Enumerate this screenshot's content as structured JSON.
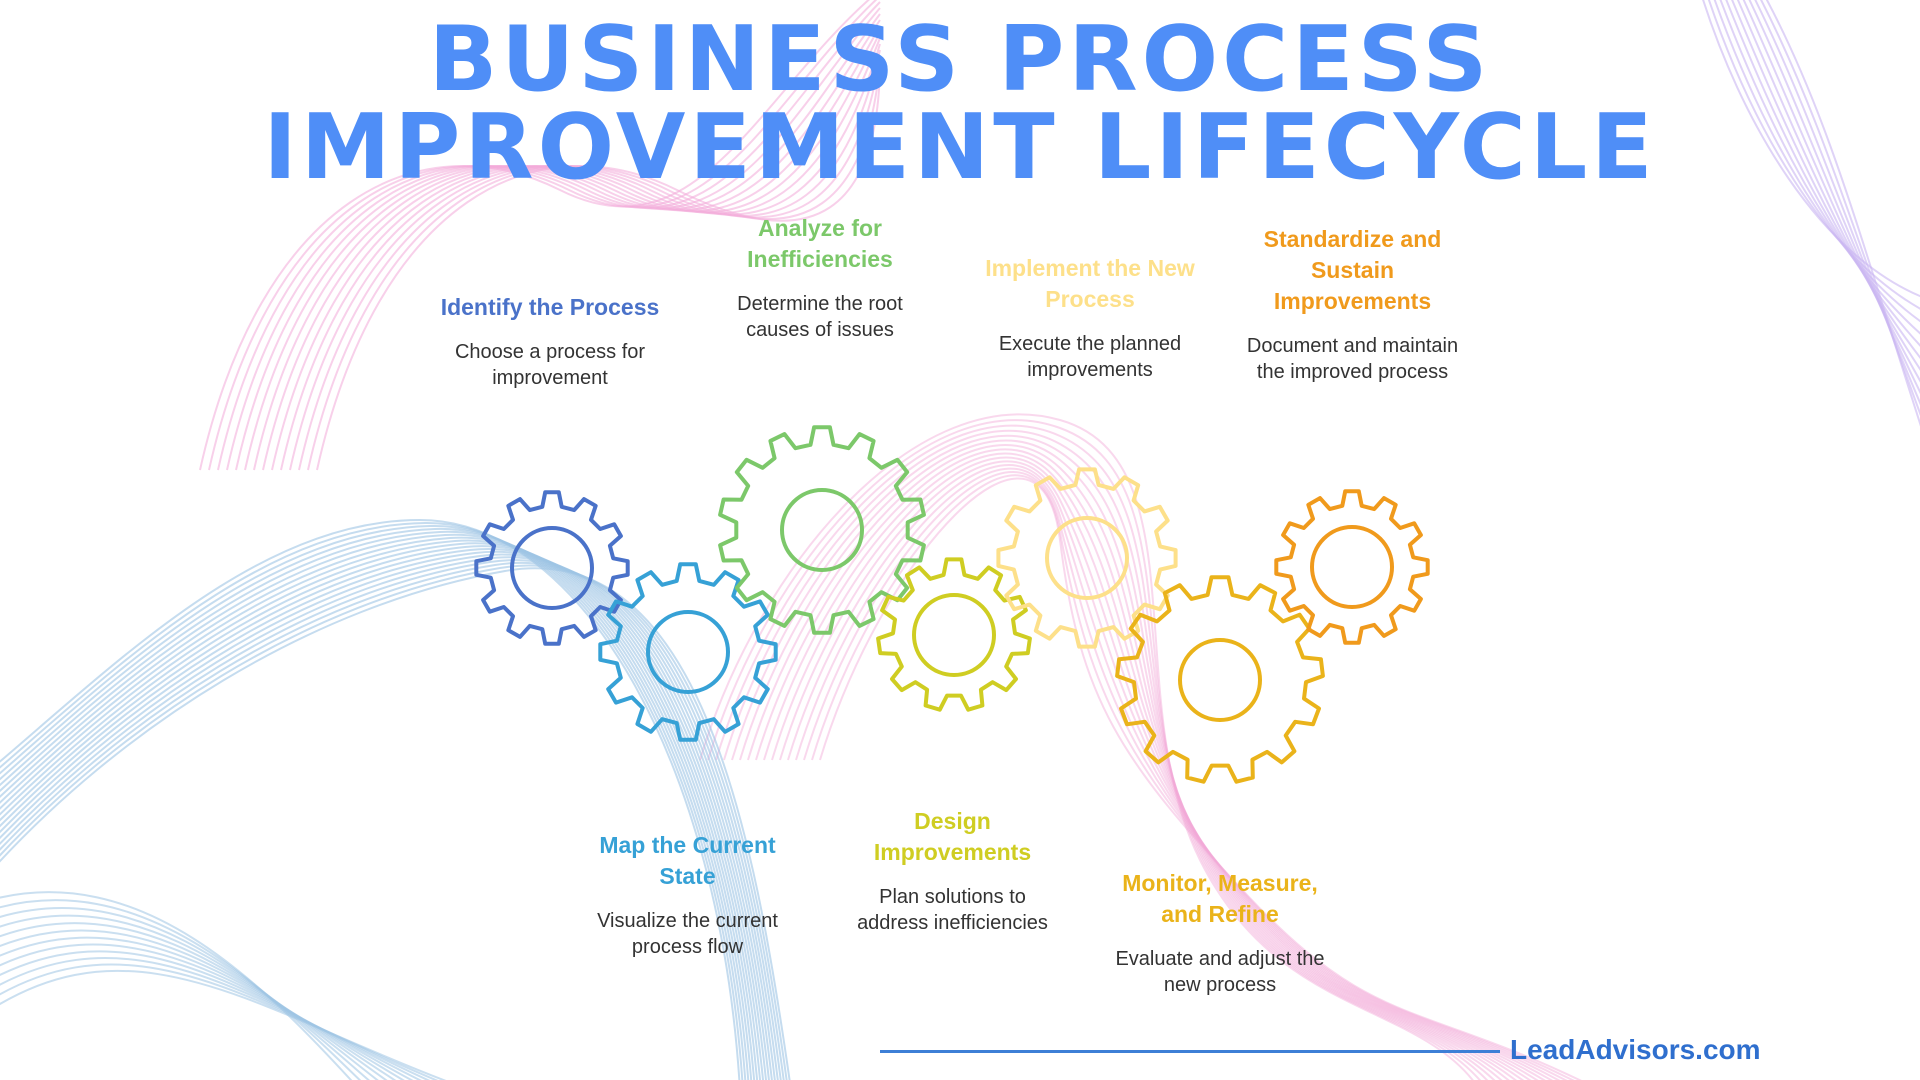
{
  "title": {
    "line1": "BUSINESS PROCESS",
    "line2": "IMPROVEMENT LIFECYCLE"
  },
  "steps": [
    {
      "title": "Identify the Process",
      "description": "Choose a process for improvement",
      "color": "#4a72c9"
    },
    {
      "title": "Map the Current State",
      "description": "Visualize the current process flow",
      "color": "#36a1d6"
    },
    {
      "title": "Analyze for Inefficiencies",
      "description": "Determine the root causes of issues",
      "color": "#7cc86a"
    },
    {
      "title": "Design Improvements",
      "description": "Plan solutions to address inefficiencies",
      "color": "#cfcd22"
    },
    {
      "title": "Implement the New Process",
      "description": "Execute the planned improvements",
      "color": "#fde08a"
    },
    {
      "title": "Monitor, Measure, and Refine",
      "description": "Evaluate and adjust the new process",
      "color": "#eab31a"
    },
    {
      "title": "Standardize and Sustain Improvements",
      "description": "Document and maintain the improved process",
      "color": "#f09a1c"
    }
  ],
  "footer": {
    "brand": "LeadAdvisors.com"
  }
}
